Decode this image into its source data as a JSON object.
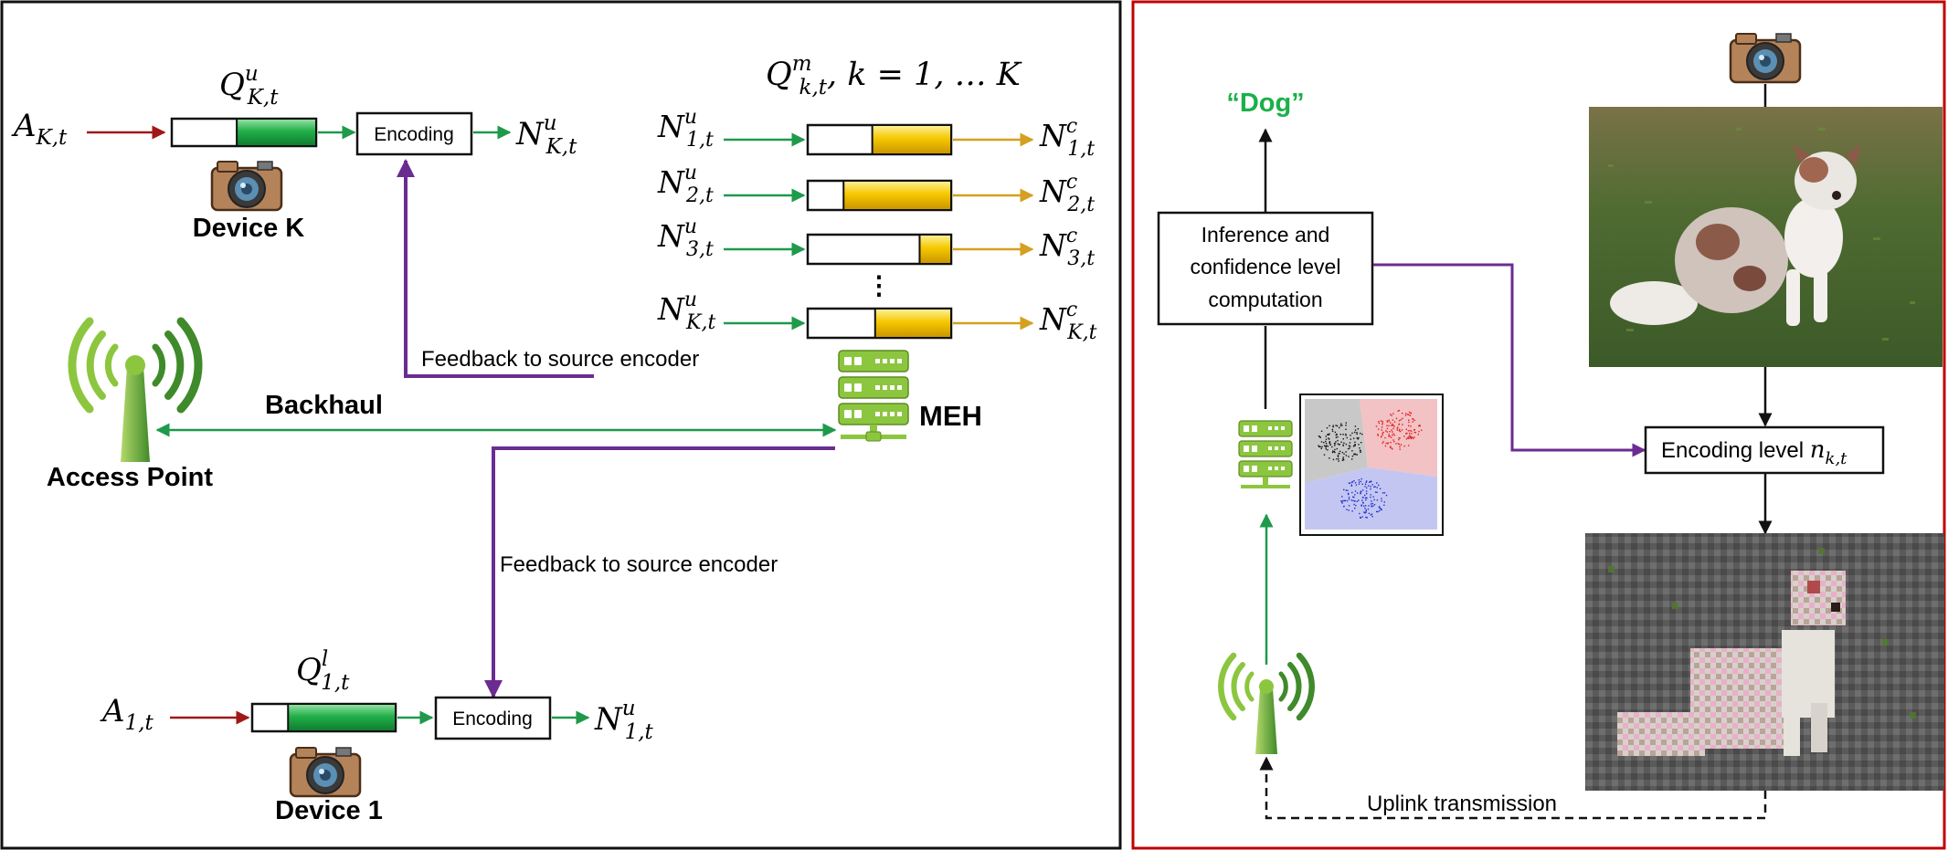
{
  "left_panel": {
    "device_k": {
      "arrival_base": "A",
      "arrival_sub": "K,t",
      "queue_base": "Q",
      "queue_sup": "u",
      "queue_sub": "K,t",
      "encoder_label": "Encoding",
      "output_base": "N",
      "output_sup": "u",
      "output_sub": "K,t",
      "device_label": "Device K",
      "fill_fraction": 0.55
    },
    "device_1": {
      "arrival_base": "A",
      "arrival_sub": "1,t",
      "queue_base": "Q",
      "queue_sup": "l",
      "queue_sub": "1,t",
      "encoder_label": "Encoding",
      "output_base": "N",
      "output_sup": "u",
      "output_sub": "1,t",
      "device_label": "Device 1",
      "fill_fraction": 0.75
    },
    "meh_queue_header": {
      "base": "Q",
      "sup": "m",
      "sub": "k,t",
      "rest": ", k = 1, … K"
    },
    "meh_queues": [
      {
        "in_base": "N",
        "in_sup": "u",
        "in_sub": "1,t",
        "out_base": "N",
        "out_sup": "c",
        "out_sub": "1,t",
        "fill_fraction": 0.55
      },
      {
        "in_base": "N",
        "in_sup": "u",
        "in_sub": "2,t",
        "out_base": "N",
        "out_sup": "c",
        "out_sub": "2,t",
        "fill_fraction": 0.75
      },
      {
        "in_base": "N",
        "in_sup": "u",
        "in_sub": "3,t",
        "out_base": "N",
        "out_sup": "c",
        "out_sub": "3,t",
        "fill_fraction": 0.22
      },
      {
        "in_base": "N",
        "in_sup": "u",
        "in_sub": "K,t",
        "out_base": "N",
        "out_sup": "c",
        "out_sub": "K,t",
        "fill_fraction": 0.53
      }
    ],
    "ellipsis": "⋮",
    "feedback_top": "Feedback to source encoder",
    "feedback_bottom": "Feedback to source encoder",
    "backhaul_label": "Backhaul",
    "access_point_label": "Access Point",
    "meh_label": "MEH"
  },
  "right_panel": {
    "result_label": "“Dog”",
    "inference_lines": [
      "Inference and",
      "confidence level",
      "computation"
    ],
    "encoding_level_text": "Encoding level ",
    "encoding_level_base": "n",
    "encoding_level_sub": "k,t",
    "uplink_label": "Uplink transmission"
  },
  "colors": {
    "arrival_arrow": "#a01818",
    "green_arrow": "#1e9a4a",
    "gold_arrow": "#d4a020",
    "feedback": "#6a2c91",
    "green_fill": "#22b04a",
    "gold_fill": "#f5c800",
    "right_border": "#c00000",
    "dog_label": "#1ab04a",
    "antenna": "#8cc63f",
    "server": "#8cc63f"
  },
  "icons": {
    "camera": "camera-icon",
    "server": "server-icon",
    "antenna": "antenna-icon",
    "scatter": "scatter-plot-icon"
  }
}
